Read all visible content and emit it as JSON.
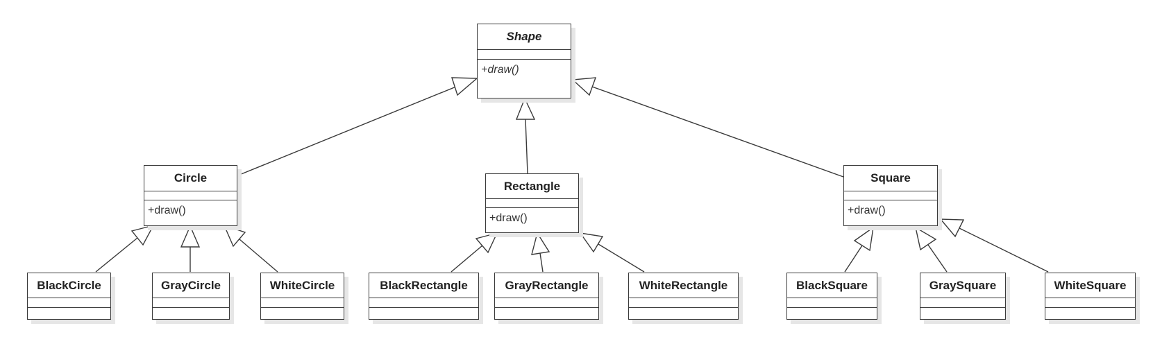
{
  "diagram": {
    "line_color": "#3a3a3a",
    "shadow_color": "#e6e6e6",
    "classes": {
      "shape": {
        "name": "Shape",
        "operation": "+draw()"
      },
      "circle": {
        "name": "Circle",
        "operation": "+draw()"
      },
      "rectangle": {
        "name": "Rectangle",
        "operation": "+draw()"
      },
      "square": {
        "name": "Square",
        "operation": "+draw()"
      },
      "black_circle": {
        "name": "BlackCircle"
      },
      "gray_circle": {
        "name": "GrayCircle"
      },
      "white_circle": {
        "name": "WhiteCircle"
      },
      "black_rectangle": {
        "name": "BlackRectangle"
      },
      "gray_rectangle": {
        "name": "GrayRectangle"
      },
      "white_rectangle": {
        "name": "WhiteRectangle"
      },
      "black_square": {
        "name": "BlackSquare"
      },
      "gray_square": {
        "name": "GraySquare"
      },
      "white_square": {
        "name": "WhiteSquare"
      }
    },
    "relationships": [
      {
        "type": "generalization",
        "from": "Circle",
        "to": "Shape"
      },
      {
        "type": "generalization",
        "from": "Rectangle",
        "to": "Shape"
      },
      {
        "type": "generalization",
        "from": "Square",
        "to": "Shape"
      },
      {
        "type": "generalization",
        "from": "BlackCircle",
        "to": "Circle"
      },
      {
        "type": "generalization",
        "from": "GrayCircle",
        "to": "Circle"
      },
      {
        "type": "generalization",
        "from": "WhiteCircle",
        "to": "Circle"
      },
      {
        "type": "generalization",
        "from": "BlackRectangle",
        "to": "Rectangle"
      },
      {
        "type": "generalization",
        "from": "GrayRectangle",
        "to": "Rectangle"
      },
      {
        "type": "generalization",
        "from": "WhiteRectangle",
        "to": "Rectangle"
      },
      {
        "type": "generalization",
        "from": "BlackSquare",
        "to": "Square"
      },
      {
        "type": "generalization",
        "from": "GraySquare",
        "to": "Square"
      },
      {
        "type": "generalization",
        "from": "WhiteSquare",
        "to": "Square"
      }
    ]
  }
}
